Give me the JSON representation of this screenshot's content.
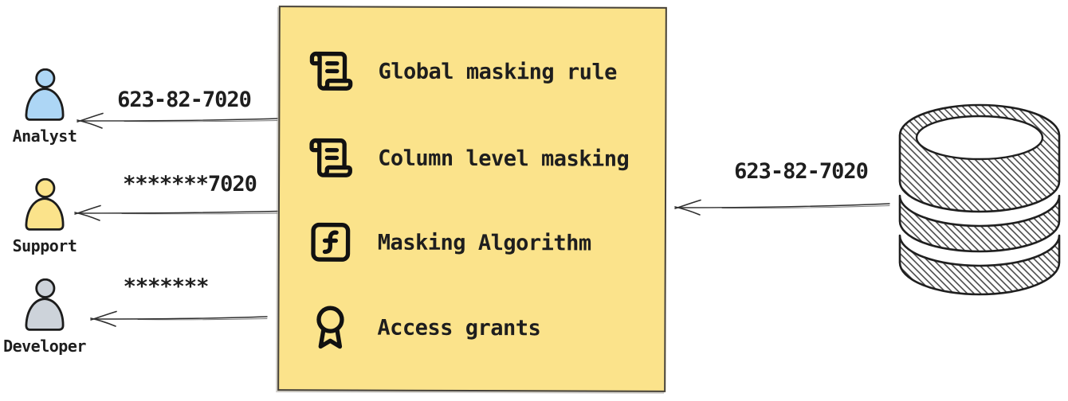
{
  "diagram": {
    "background_color": "#ffffff",
    "personas": [
      {
        "name": "Analyst",
        "received_value": "623-82-7020",
        "color": "#ADD6F5"
      },
      {
        "name": "Support",
        "received_value": "*******7020",
        "color": "#FBE38B"
      },
      {
        "name": "Developer",
        "received_value": "*******",
        "color": "#CDD3DA"
      }
    ],
    "masking_box": {
      "background_color": "#FBE38B",
      "border_color": "#46423c",
      "items": [
        {
          "icon": "scroll-icon",
          "label": "Global masking rule"
        },
        {
          "icon": "scroll-icon",
          "label": "Column level masking"
        },
        {
          "icon": "function-icon",
          "label": "Masking Algorithm"
        },
        {
          "icon": "award-icon",
          "label": "Access grants"
        }
      ]
    },
    "database": {
      "icon": "database-icon",
      "outgoing_value": "623-82-7020"
    }
  }
}
